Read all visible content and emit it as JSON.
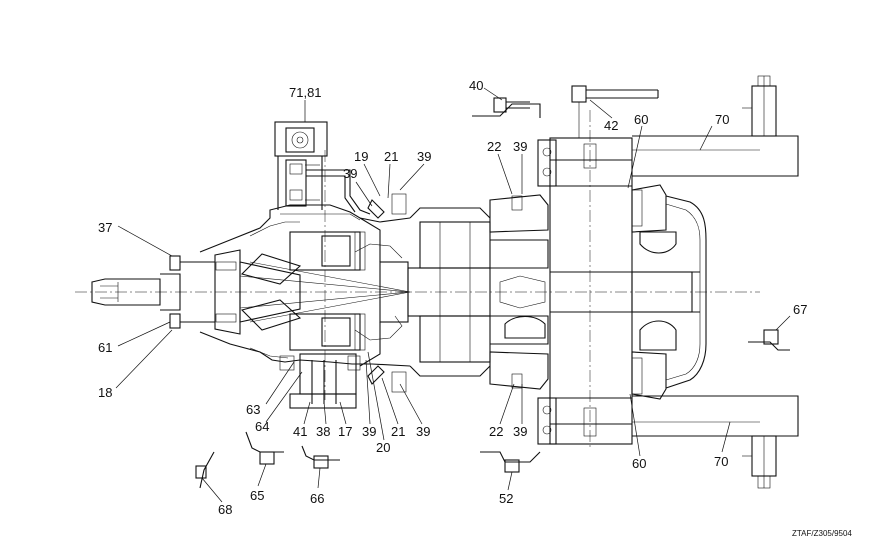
{
  "labels": {
    "l71_81": "71,81",
    "l40": "40",
    "l42": "42",
    "l60_top": "60",
    "l70_top": "70",
    "l19": "19",
    "l21_top": "21",
    "l39_top1": "39",
    "l39_top2": "39",
    "l22_top": "22",
    "l39_top3": "39",
    "l37": "37",
    "l67": "67",
    "l61": "61",
    "l18": "18",
    "l63": "63",
    "l64": "64",
    "l41": "41",
    "l38": "38",
    "l17": "17",
    "l39_b1": "39",
    "l21_b": "21",
    "l39_b2": "39",
    "l20": "20",
    "l22_b": "22",
    "l39_b3": "39",
    "l60_b": "60",
    "l70_b": "70",
    "l65": "65",
    "l66": "66",
    "l52": "52",
    "l68": "68"
  },
  "reference": "ZTAF/Z305/9504"
}
